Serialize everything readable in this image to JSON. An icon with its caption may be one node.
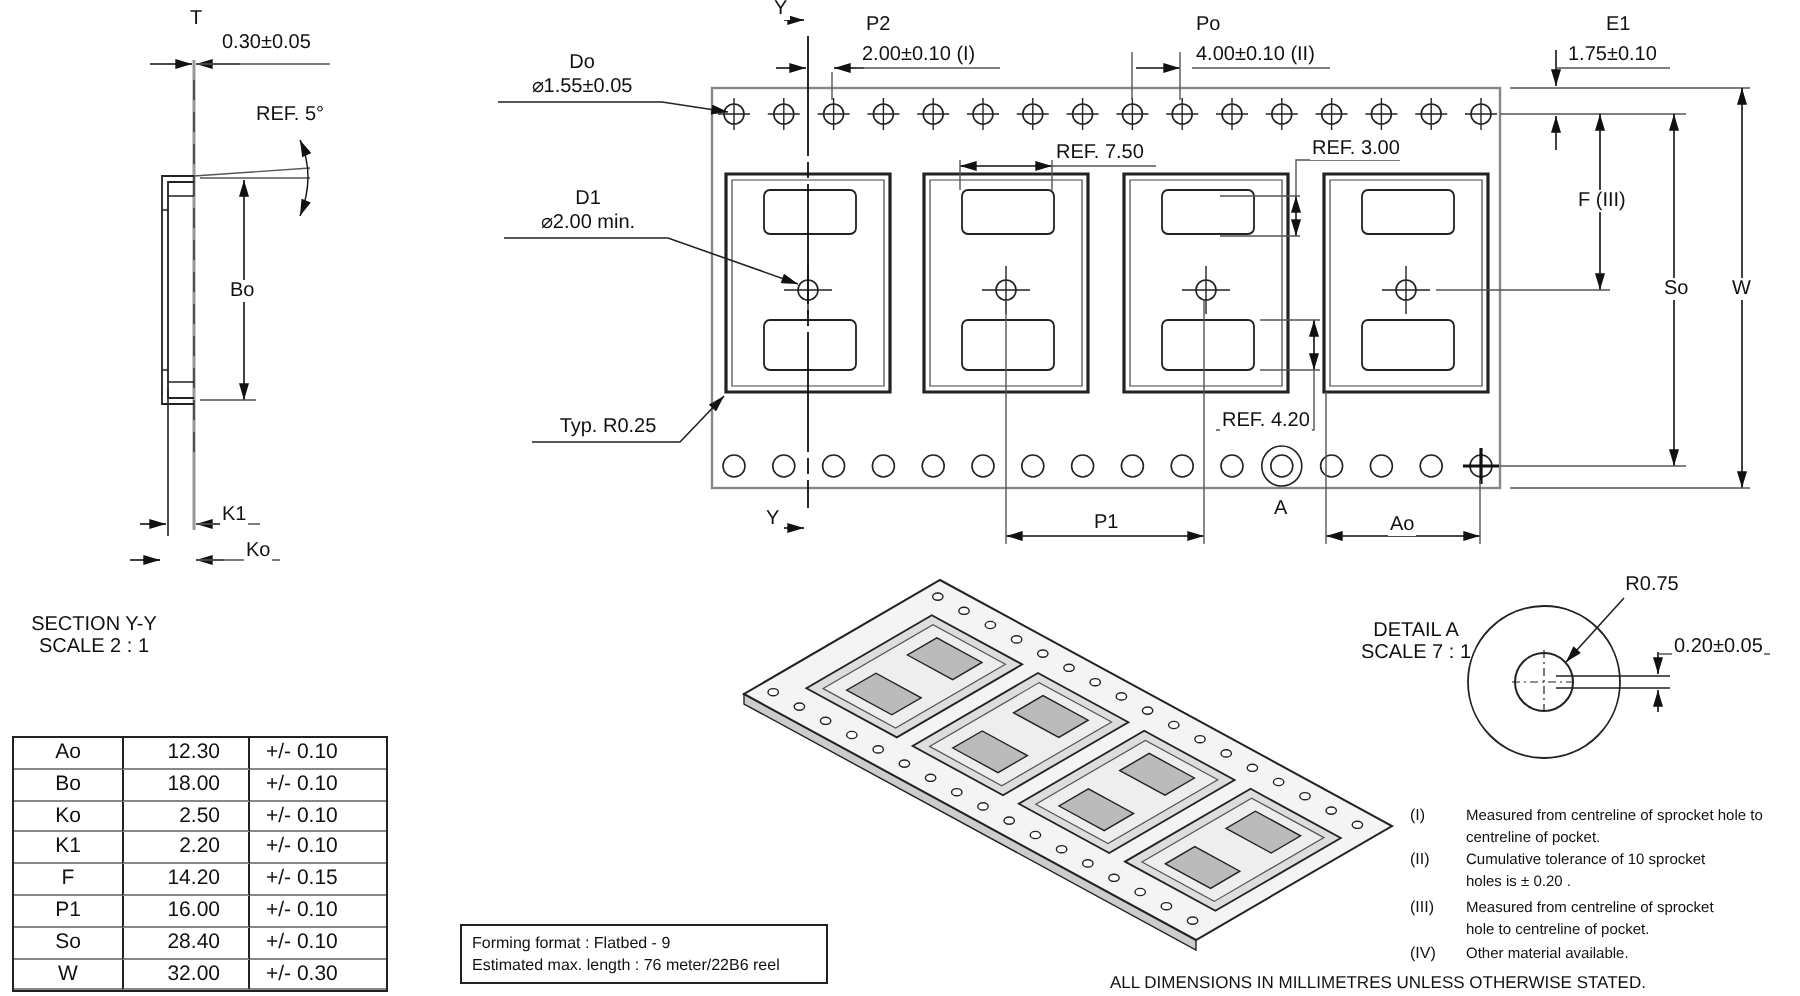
{
  "diagram": {
    "nodes": [
      {
        "text": [
          "Do",
          "⌀1.55±0.05"
        ]
      },
      {
        "text": [
          "D1",
          "⌀2.00 min."
        ]
      },
      {
        "text": [
          "Typ. R0.25"
        ]
      },
      {
        "text": [
          "R0.75"
        ]
      },
      {
        "text": [
          "Forming format : Flatbed  -  9",
          "Estimated max. length : 76 meter/22B6 reel"
        ]
      },
      {
        "text": [],
        "shape": "circle"
      }
    ],
    "edges": [
      {
        "from": 0,
        "to": null,
        "arrow": "to"
      },
      {
        "from": 1,
        "to": null,
        "arrow": "to"
      },
      {
        "from": 2,
        "to": null,
        "arrow": "to"
      },
      {
        "from": 3,
        "to": 5,
        "arrow": "to"
      }
    ],
    "labels": [
      "T",
      "0.30±0.05",
      "Y",
      "P2",
      "2.00±0.10 (I)",
      "Po",
      "4.00±0.10 (II)",
      "E1",
      "1.75±0.10",
      "REF. 5°",
      "REF. 7.50",
      "REF. 3.00",
      "F (III)",
      "Bo",
      "So",
      "W",
      "REF. 4.20",
      "K1",
      "Y",
      "P1",
      "A",
      "Ao",
      "Ko",
      "SECTION Y-Y SCALE 2 : 1",
      "DETAIL A SCALE 7 : 1",
      "0.20±0.05",
      "Ao",
      "12.30",
      "+/- 0.10",
      "Bo",
      "18.00",
      "+/- 0.10",
      "Ko",
      "2.50",
      "+/- 0.10",
      "K1",
      "2.20",
      "+/- 0.10",
      "F",
      "14.20",
      "+/- 0.15",
      "P1",
      "16.00",
      "+/- 0.10",
      "So",
      "28.40",
      "+/- 0.10",
      "W",
      "32.00",
      "+/- 0.30",
      "(I)",
      "Measured from centreline of sprocket hole to centreline of pocket.",
      "(II)",
      "Cumulative tolerance of 10 sprocket holes is ± 0.20 .",
      "(III)",
      "Measured from centreline of sprocket hole to centreline of pocket.",
      "(IV)",
      "Other material available.",
      "ALL DIMENSIONS IN MILLIMETRES UNLESS OTHERWISE STATED."
    ]
  }
}
